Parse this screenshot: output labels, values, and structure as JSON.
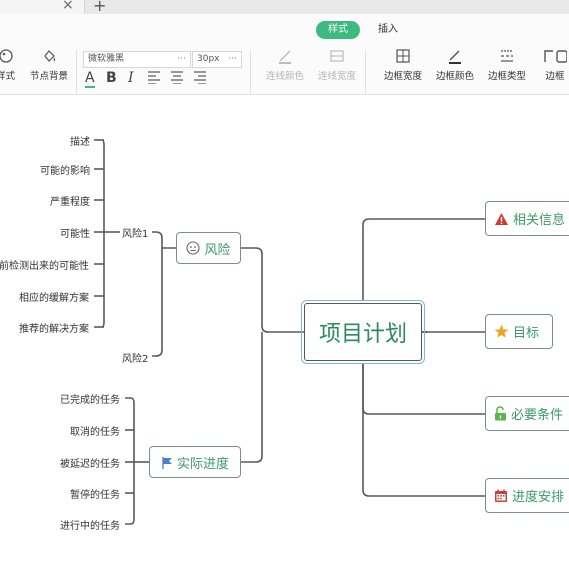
{
  "tab": {
    "close_glyph": "×",
    "add_glyph": "+"
  },
  "ribbon": {
    "tabs": {
      "style": "样式",
      "insert": "插入"
    },
    "tools": {
      "style": "样式",
      "node_background": "节点背景",
      "line_color": "连线颜色",
      "line_width": "连线宽度",
      "border_width": "边框宽度",
      "border_color": "边框颜色",
      "border_type": "边框类型",
      "border_partial": "边框"
    },
    "font_family": "微软雅黑",
    "font_size": "30px",
    "dropdown_glyph": "···",
    "format": {
      "font_color": "A",
      "bold": "B",
      "italic": "I"
    },
    "accent_color": "#3dba7f"
  },
  "mindmap": {
    "central": "项目计划",
    "risk": {
      "label": "风险",
      "icon": "neutral-face-icon"
    },
    "risk1": "风险1",
    "risk2": "风险2",
    "risk1_items": [
      "描述",
      "可能的影响",
      "严重程度",
      "可能性",
      "前检测出来的可能性",
      "相应的缓解方案",
      "推荐的解决方案"
    ],
    "progress": {
      "label": "实际进度",
      "icon": "flag-icon"
    },
    "progress_items": [
      "已完成的任务",
      "取消的任务",
      "被延迟的任务",
      "暂停的任务",
      "进行中的任务"
    ],
    "right_topics": [
      {
        "label": "相关信息",
        "icon": "warning-icon"
      },
      {
        "label": "目标",
        "icon": "star-icon"
      },
      {
        "label": "必要条件",
        "icon": "unlock-icon"
      },
      {
        "label": "进度安排",
        "icon": "calendar-icon"
      }
    ]
  }
}
